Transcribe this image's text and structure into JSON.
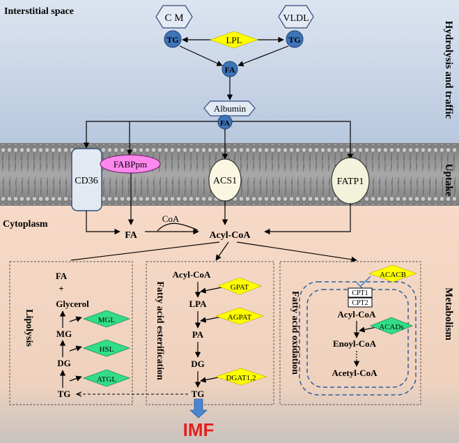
{
  "regions": {
    "interstitial": "Interstitial space",
    "cytoplasm": "Cytoplasm"
  },
  "side_labels": {
    "hydrolysis": "Hydrolysis and traffic",
    "uptake": "Uptake",
    "metabolism": "Metabolism"
  },
  "top": {
    "cm": "C M",
    "vldl": "VLDL",
    "tg": "TG",
    "lpl": "LPL",
    "fa": "FA",
    "albumin": "Albumin"
  },
  "transporters": {
    "cd36": "CD36",
    "fabppm": "FABPpm",
    "acs1": "ACS1",
    "fatp1": "FATP1"
  },
  "cyto": {
    "fa": "FA",
    "coa": "CoA",
    "acyl_coa": "Acyl-CoA"
  },
  "lipolysis": {
    "title": "Lipolysis",
    "fa": "FA",
    "plus": "+",
    "glycerol": "Glycerol",
    "mg": "MG",
    "dg": "DG",
    "tg": "TG",
    "mgl": "MGL",
    "hsl": "HSL",
    "atgl": "ATGL"
  },
  "esterification": {
    "title": "Fatty acid esterification",
    "acyl_coa": "Acyl-CoA",
    "lpa": "LPA",
    "pa": "PA",
    "dg": "DG",
    "tg": "TG",
    "gpat": "GPAT",
    "agpat": "AGPAT",
    "dgat": "DGAT1,2"
  },
  "oxidation": {
    "title": "Fatty acid oxidation",
    "acacb": "ACACB",
    "cpt1": "CPT1",
    "cpt2": "CPT2",
    "acyl_coa": "Acyl-CoA",
    "acads": "ACADs",
    "enoyl_coa": "Enoyl-CoA",
    "acetyl_coa": "Acetyl-CoA"
  },
  "imf": "IMF",
  "colors": {
    "yellow_enzyme": "#FFFF00",
    "green_enzyme": "#33DD88",
    "pink_fabp": "#FF88EE",
    "tg_blue": "#3E74B8",
    "imf_red": "#E5201E",
    "membrane": "#8C8C8C",
    "dashed_blue": "#2A5DA0"
  }
}
